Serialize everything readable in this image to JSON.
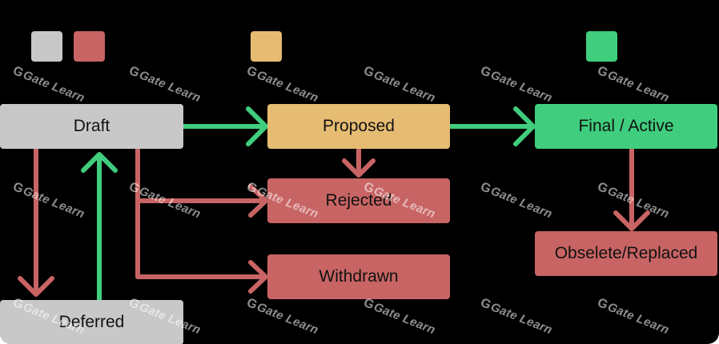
{
  "colors": {
    "background": "#000000",
    "grey": "#c8c8c8",
    "red": "#c86464",
    "yellow": "#e6bc72",
    "green": "#40ce7e",
    "edge_green": "#40ce7e",
    "edge_red": "#c86464"
  },
  "legend": {
    "swatches": [
      "grey",
      "red",
      "yellow",
      "green"
    ]
  },
  "nodes": {
    "draft": "Draft",
    "proposed": "Proposed",
    "final_active": "Final / Active",
    "rejected": "Rejected",
    "withdrawn": "Withdrawn",
    "deferred": "Deferred",
    "obsolete_replaced": "Obselete/Replaced"
  },
  "edges": [
    {
      "from": "draft",
      "to": "proposed",
      "color": "green"
    },
    {
      "from": "proposed",
      "to": "final_active",
      "color": "green"
    },
    {
      "from": "proposed",
      "to": "rejected",
      "color": "red"
    },
    {
      "from": "draft",
      "to": "rejected",
      "color": "red"
    },
    {
      "from": "draft",
      "to": "withdrawn",
      "color": "red"
    },
    {
      "from": "draft",
      "to": "deferred",
      "color": "red"
    },
    {
      "from": "deferred",
      "to": "draft",
      "color": "green"
    },
    {
      "from": "final_active",
      "to": "obsolete_replaced",
      "color": "red"
    }
  ],
  "watermark": {
    "icon": "gate-logo-icon",
    "text": "Gate Learn"
  }
}
